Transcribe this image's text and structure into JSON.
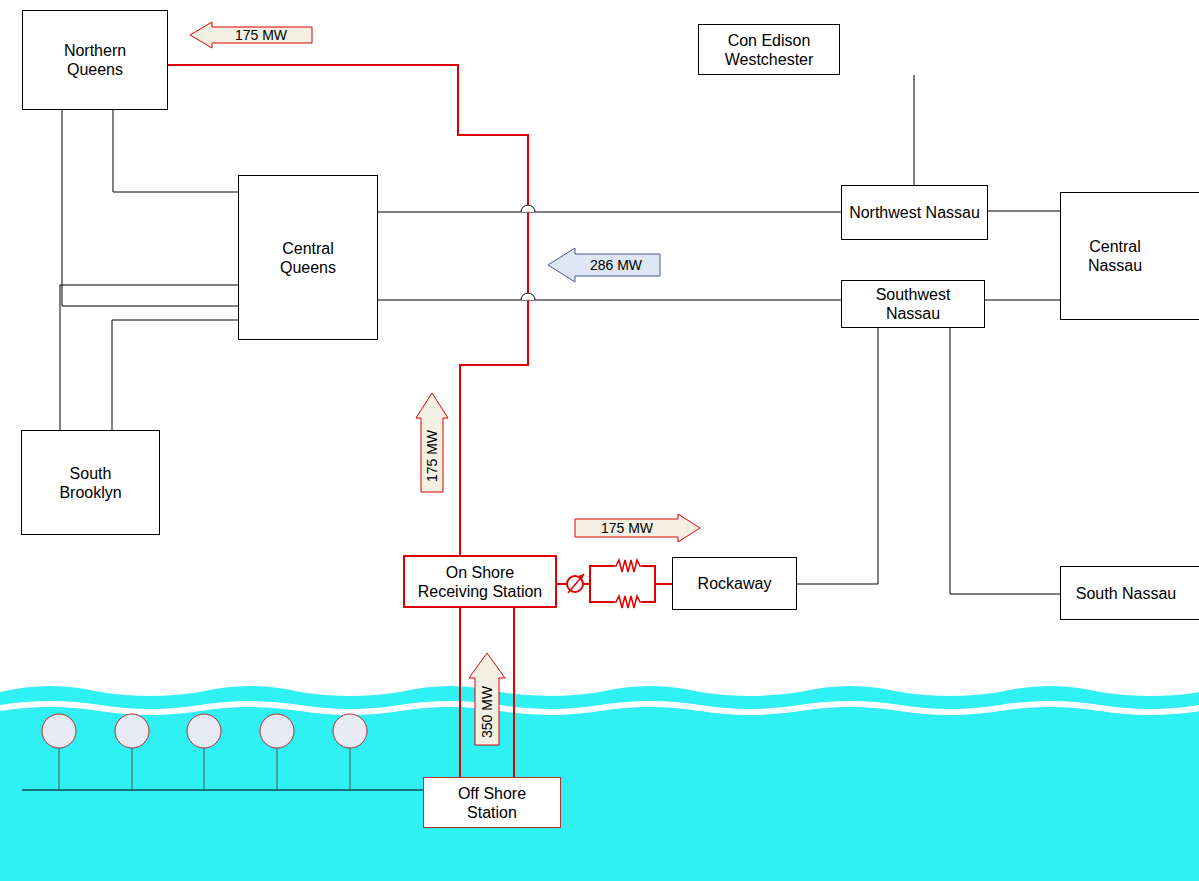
{
  "diagram": {
    "nodes": [
      {
        "text": [
          "Northern Queens"
        ]
      },
      {
        "text": [
          "Con Edison Westchester"
        ]
      },
      {
        "text": [
          "Central Queens"
        ]
      },
      {
        "text": [
          "Northwest Nassau"
        ]
      },
      {
        "text": [
          "Central Nassau"
        ]
      },
      {
        "text": [
          "Southwest Nassau"
        ]
      },
      {
        "text": [
          "South Brooklyn"
        ]
      },
      {
        "text": [
          "On Shore Receiving Station"
        ]
      },
      {
        "text": [
          "Rockaway"
        ]
      },
      {
        "text": [
          "South Nassau"
        ]
      },
      {
        "text": [
          "Off Shore Station"
        ]
      }
    ],
    "edges": [
      {
        "from": 0,
        "to": 2,
        "arrow": "none"
      },
      {
        "from": 0,
        "to": 2,
        "arrow": "none"
      },
      {
        "from": 1,
        "to": 3,
        "arrow": "none"
      },
      {
        "from": 2,
        "to": 3,
        "arrow": "none"
      },
      {
        "from": 2,
        "to": 5,
        "arrow": "none"
      },
      {
        "from": 3,
        "to": 4,
        "arrow": "none"
      },
      {
        "from": 5,
        "to": 4,
        "arrow": "none"
      },
      {
        "from": 6,
        "to": 2,
        "arrow": "none"
      },
      {
        "from": 6,
        "to": 2,
        "arrow": "none"
      },
      {
        "from": 8,
        "to": 5,
        "arrow": "none"
      },
      {
        "from": 5,
        "to": 9,
        "arrow": "none"
      },
      {
        "from": 7,
        "to": 0,
        "arrow": "none"
      },
      {
        "from": 7,
        "to": 8,
        "arrow": "none"
      },
      {
        "from": 10,
        "to": 7,
        "arrow": "none"
      },
      {
        "from": 10,
        "to": 7,
        "arrow": "none"
      }
    ],
    "labels": [
      "175 MW",
      "286 MW",
      "175 MW",
      "175 MW",
      "350 MW"
    ]
  }
}
